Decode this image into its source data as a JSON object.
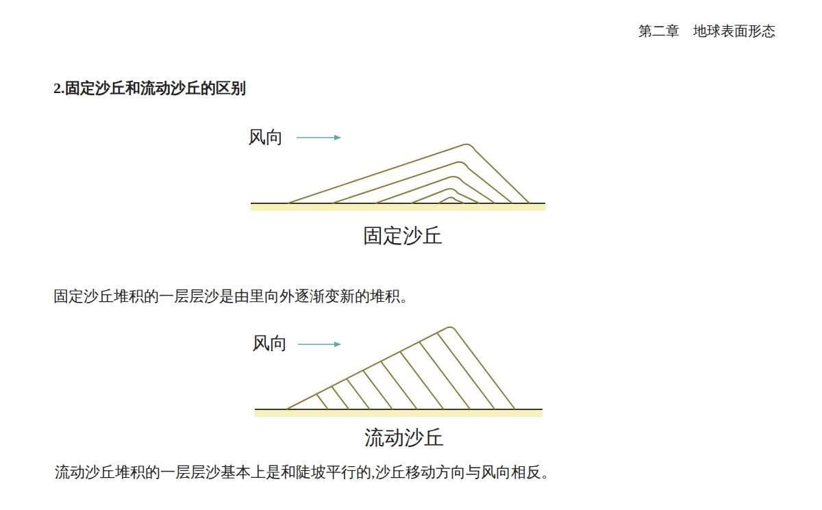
{
  "diagram": {
    "title": "2.固定沙丘和流动沙丘的区别",
    "labels": [
      "第二章　地球表面形态",
      "风向",
      "固定沙丘",
      "固定沙丘堆积的一层层沙是由里向外逐渐变新的堆积。",
      "风向",
      "流动沙丘",
      "流动沙丘堆积的一层层沙基本上是和陡坡平行的,沙丘移动方向与风向相反。"
    ]
  }
}
